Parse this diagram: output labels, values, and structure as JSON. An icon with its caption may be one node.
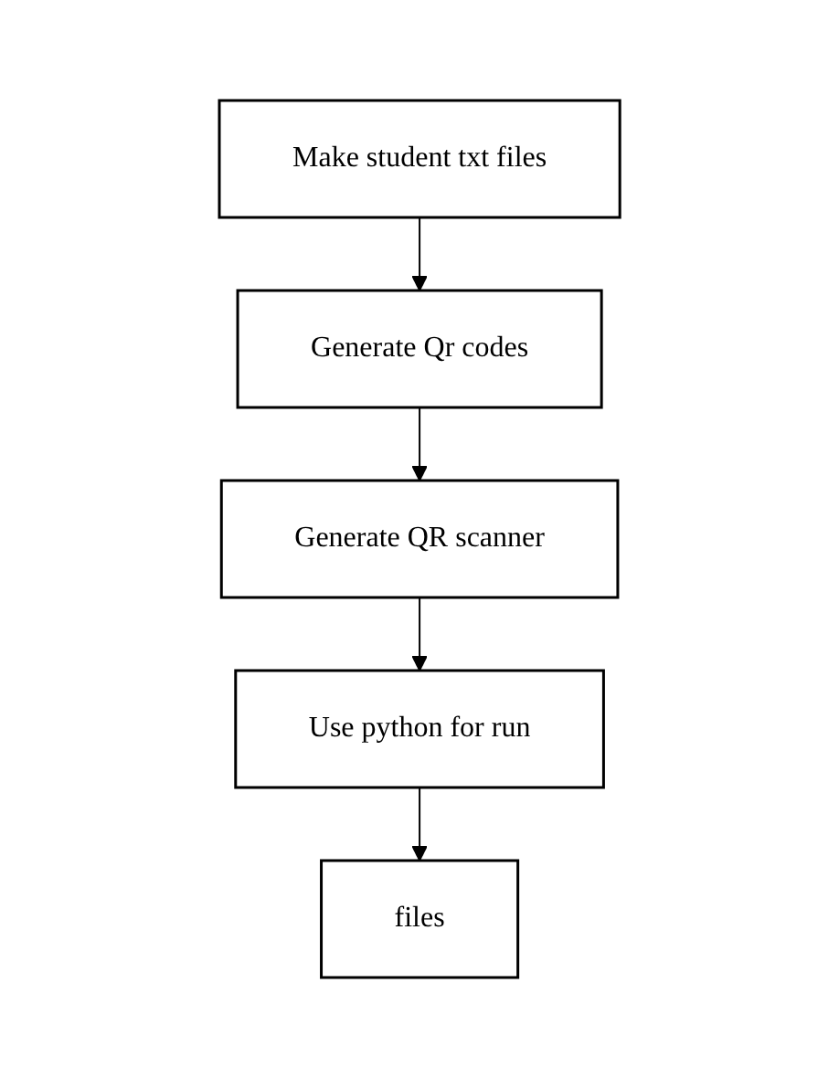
{
  "diagram": {
    "nodes": [
      {
        "text": [
          "Make student txt files"
        ]
      },
      {
        "text": [
          "Generate Qr codes"
        ]
      },
      {
        "text": [
          "Generate QR scanner"
        ]
      },
      {
        "text": [
          "Use python for run"
        ]
      },
      {
        "text": [
          "files"
        ]
      }
    ],
    "edges": [
      {
        "from": 0,
        "to": 1,
        "arrow": "to"
      },
      {
        "from": 1,
        "to": 2,
        "arrow": "to"
      },
      {
        "from": 2,
        "to": 3,
        "arrow": "to"
      },
      {
        "from": 3,
        "to": 4,
        "arrow": "to"
      }
    ]
  }
}
